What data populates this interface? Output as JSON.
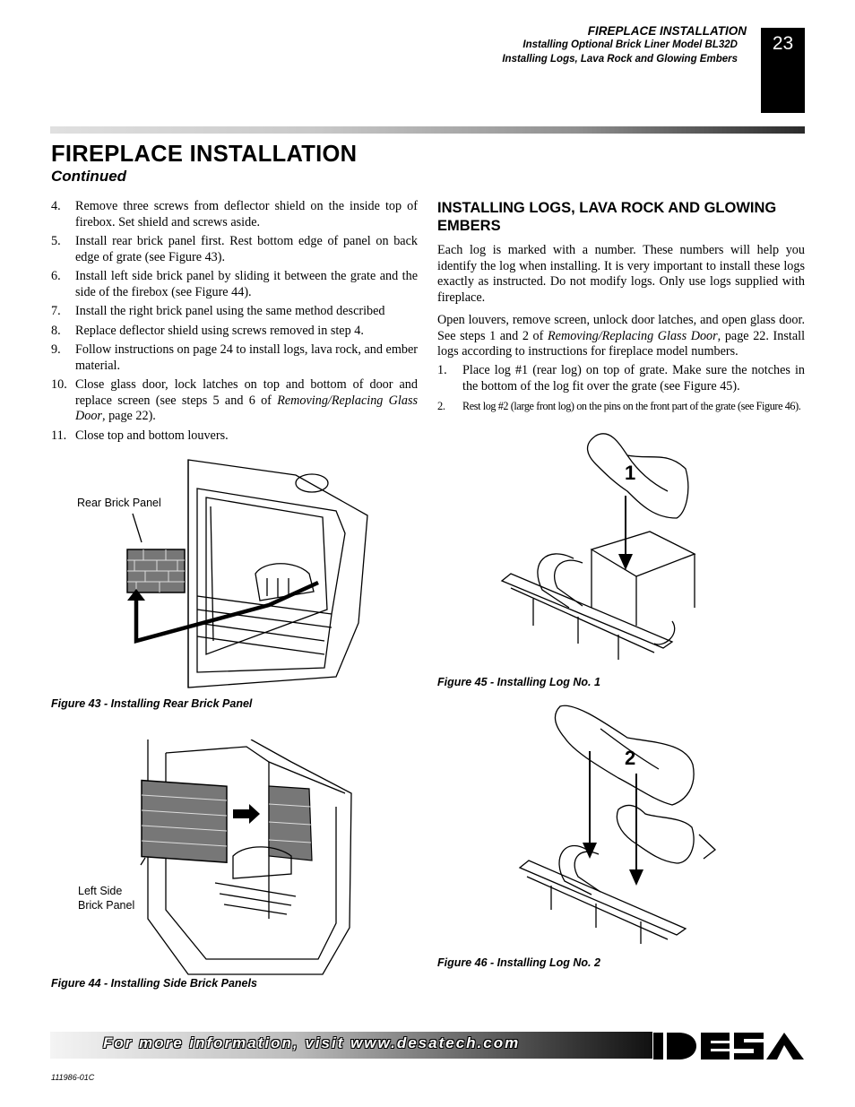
{
  "header": {
    "section": "FIREPLACE INSTALLATION",
    "subtitle1": "Installing Optional Brick Liner Model BL32D",
    "subtitle2": "Installing Logs, Lava Rock and Glowing Embers",
    "page_number": "23"
  },
  "title": "FIREPLACE INSTALLATION",
  "continued": "Continued",
  "left_steps": [
    {
      "num": "4.",
      "text": "Remove three screws from deflector shield on the inside top of firebox. Set shield and screws aside."
    },
    {
      "num": "5.",
      "text": "Install rear brick panel first. Rest bottom edge of panel on back edge of grate (see Figure 43)."
    },
    {
      "num": "6.",
      "text": "Install left side brick panel by sliding it between the grate and the side of the firebox (see Figure 44)."
    },
    {
      "num": "7.",
      "text": "Install the right brick panel using the same method described"
    },
    {
      "num": "8.",
      "text": "Replace deflector shield using screws removed in step 4."
    },
    {
      "num": "9.",
      "text": "Follow instructions on page 24 to install logs, lava rock, and ember material."
    },
    {
      "num": "10.",
      "text_before": "Close glass door, lock latches on top and bottom of door and replace screen (see steps 5 and 6 of ",
      "text_italic": "Removing/Replacing Glass Door",
      "text_after": ", page 22)."
    },
    {
      "num": "11.",
      "text": "Close top and bottom louvers."
    }
  ],
  "section2_title": "INSTALLING LOGS, LAVA ROCK AND GLOWING EMBERS",
  "para1": "Each log is marked with a number. These numbers will help you identify the log when installing. It is very important to install these logs exactly as instructed. Do not modify logs. Only use logs supplied with fireplace.",
  "para2": {
    "before": "Open louvers, remove screen, unlock door latches, and open glass door. See steps 1 and 2 of ",
    "italic": "Removing/Replacing Glass Door",
    "after": ", page 22. Install logs according to instructions for fireplace model numbers."
  },
  "right_steps": [
    {
      "num": "1.",
      "text": "Place log #1 (rear log) on top of grate. Make sure the notches in the bottom of the log fit over the grate (see Figure 45)."
    },
    {
      "num": "2.",
      "text": "Rest log #2 (large front log) on the pins on the front part of the grate (see Figure 46)."
    }
  ],
  "figures": {
    "fig43": {
      "caption": "Figure 43 - Installing Rear Brick Panel",
      "label": "Rear Brick Panel"
    },
    "fig44": {
      "caption": "Figure 44 - Installing Side Brick Panels",
      "label_line1": "Left Side",
      "label_line2": "Brick Panel"
    },
    "fig45": {
      "caption": "Figure 45 -  Installing Log No. 1",
      "log_number": "1"
    },
    "fig46": {
      "caption": "Figure 46 - Installing Log No. 2",
      "log_number": "2"
    }
  },
  "footer": {
    "text": "For more information, visit www.desatech.com",
    "doc_number": "111986-01C",
    "logo": "DESA"
  }
}
